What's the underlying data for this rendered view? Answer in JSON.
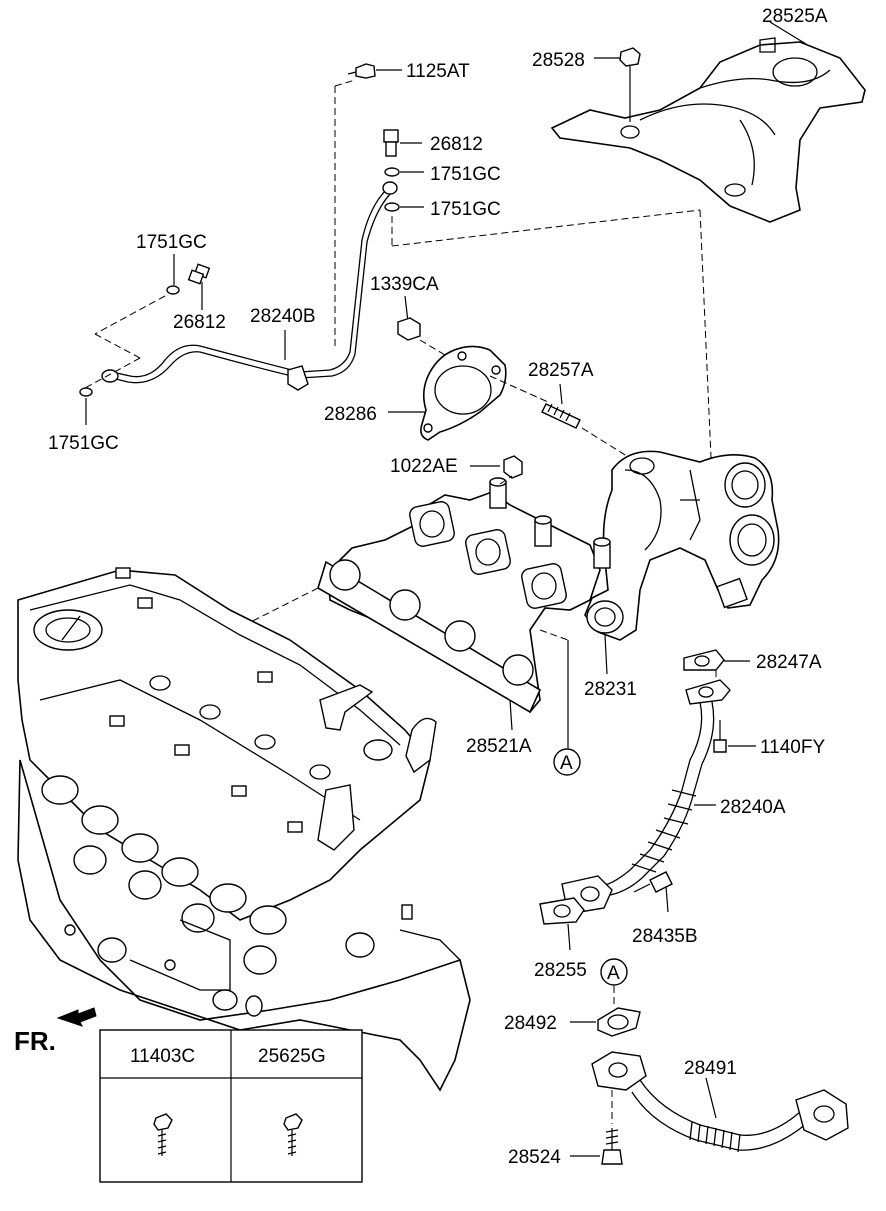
{
  "diagram": {
    "parts": [
      {
        "id": "p28525A",
        "label": "28525A"
      },
      {
        "id": "p28528",
        "label": "28528"
      },
      {
        "id": "p1125AT",
        "label": "1125AT"
      },
      {
        "id": "p26812a",
        "label": "26812"
      },
      {
        "id": "p1751GCa",
        "label": "1751GC"
      },
      {
        "id": "p1751GCb",
        "label": "1751GC"
      },
      {
        "id": "p1751GCc",
        "label": "1751GC"
      },
      {
        "id": "p26812b",
        "label": "26812"
      },
      {
        "id": "p28240B",
        "label": "28240B"
      },
      {
        "id": "p1751GCd",
        "label": "1751GC"
      },
      {
        "id": "p1339CA",
        "label": "1339CA"
      },
      {
        "id": "p28257A",
        "label": "28257A"
      },
      {
        "id": "p28286",
        "label": "28286"
      },
      {
        "id": "p1022AE",
        "label": "1022AE"
      },
      {
        "id": "p28231",
        "label": "28231"
      },
      {
        "id": "p28247A",
        "label": "28247A"
      },
      {
        "id": "p28521A",
        "label": "28521A"
      },
      {
        "id": "p1140FY",
        "label": "1140FY"
      },
      {
        "id": "p28240A",
        "label": "28240A"
      },
      {
        "id": "p28435B",
        "label": "28435B"
      },
      {
        "id": "p28255",
        "label": "28255"
      },
      {
        "id": "p28492",
        "label": "28492"
      },
      {
        "id": "p28491",
        "label": "28491"
      },
      {
        "id": "p28524",
        "label": "28524"
      }
    ],
    "markers": [
      {
        "id": "mA1",
        "label": "A"
      },
      {
        "id": "mA2",
        "label": "A"
      }
    ],
    "direction": "FR.",
    "table": {
      "headers": [
        "11403C",
        "25625G"
      ]
    }
  }
}
